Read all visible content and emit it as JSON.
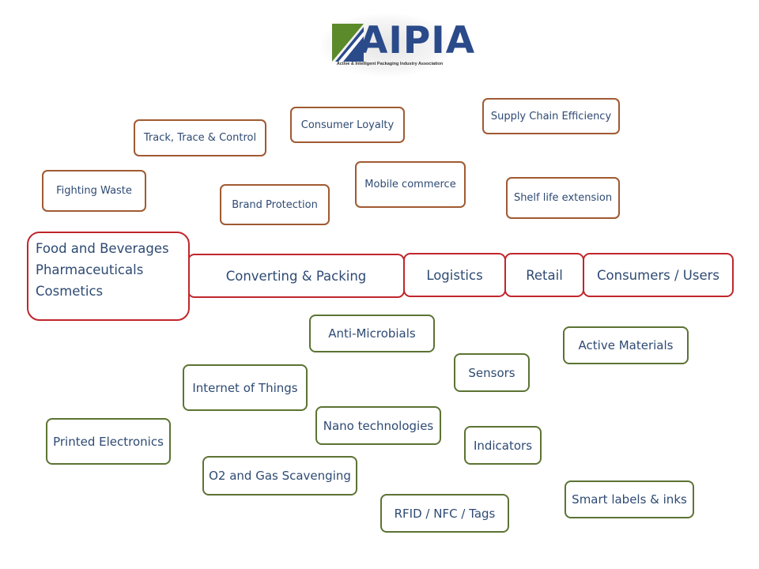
{
  "logo": {
    "name": "AIPIA",
    "tagline": "Active & Intelligent Packaging Industry Association",
    "colors": {
      "blue": "#2a4a8a",
      "green": "#5a8a2a"
    }
  },
  "benefits": [
    "Track, Trace & Control",
    "Consumer Loyalty",
    "Supply Chain Efficiency",
    "Fighting Waste",
    "Brand Protection",
    "Mobile commerce",
    "Shelf life extension"
  ],
  "sectors": [
    "Food and Beverages",
    "Pharmaceuticals",
    "Cosmetics"
  ],
  "chain": [
    "Converting  & Packing",
    "Logistics",
    "Retail",
    "Consumers / Users"
  ],
  "technologies": [
    "Anti-Microbials",
    "Active Materials",
    "Sensors",
    "Internet of Things",
    "Nano technologies",
    "Printed Electronics",
    "Indicators",
    "O2 and Gas Scavenging",
    "Smart labels & inks",
    "RFID / NFC / Tags"
  ],
  "colors": {
    "benefit_border": "#a05a32",
    "chain_border": "#c0262d",
    "technology_border": "#5c7333",
    "text": "#2e4a73"
  }
}
